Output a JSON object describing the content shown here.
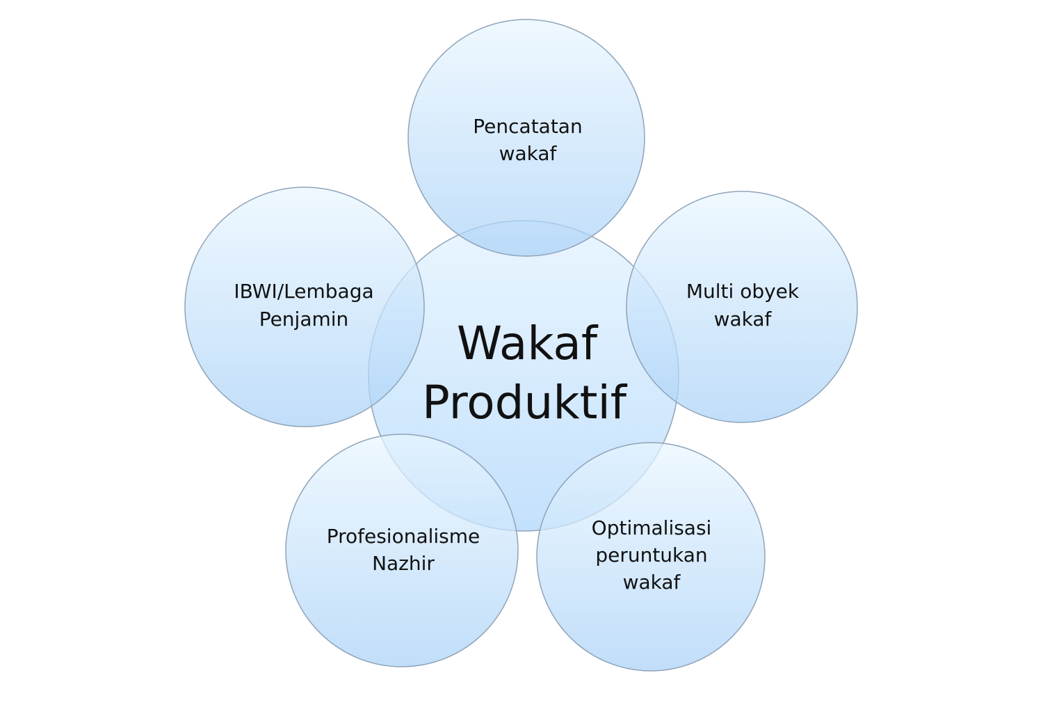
{
  "center": {
    "line1": "Wakaf",
    "line2": "Produktif"
  },
  "nodes": [
    {
      "lines": [
        "Pencatatan",
        "wakaf"
      ]
    },
    {
      "lines": [
        "Multi obyek",
        "wakaf"
      ]
    },
    {
      "lines": [
        "Optimalisasi",
        "peruntukan",
        "wakaf"
      ]
    },
    {
      "lines": [
        "Profesionalisme",
        "Nazhir"
      ]
    },
    {
      "lines": [
        "IBWI/Lembaga",
        "Penjamin"
      ]
    }
  ],
  "colors": {
    "circle_top": "#dcefff",
    "circle_bottom": "#a9d1f7",
    "stroke": "#8fa3b8",
    "text": "#111111"
  }
}
